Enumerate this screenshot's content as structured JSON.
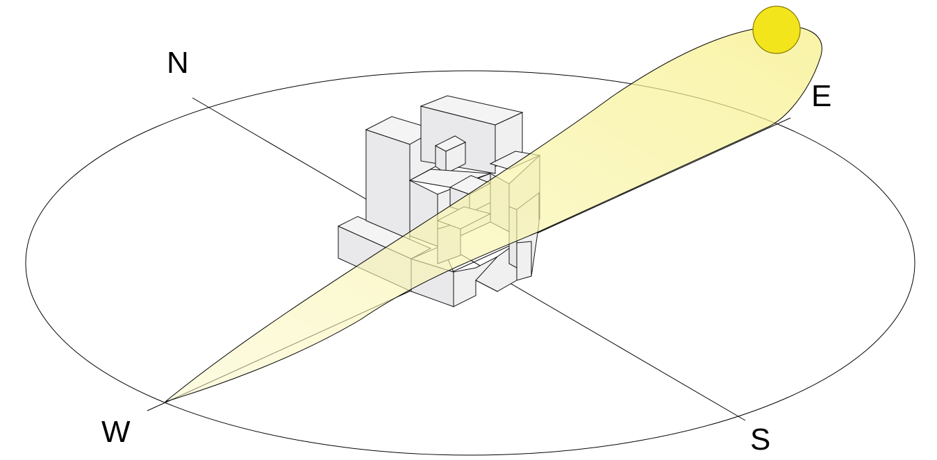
{
  "labels": {
    "north": "N",
    "east": "E",
    "south": "S",
    "west": "W"
  },
  "colors": {
    "sun_fill": "#f2e51c",
    "sun_stroke": "#b59a00",
    "sun_path": "#fbf7b8",
    "line": "#000000"
  }
}
